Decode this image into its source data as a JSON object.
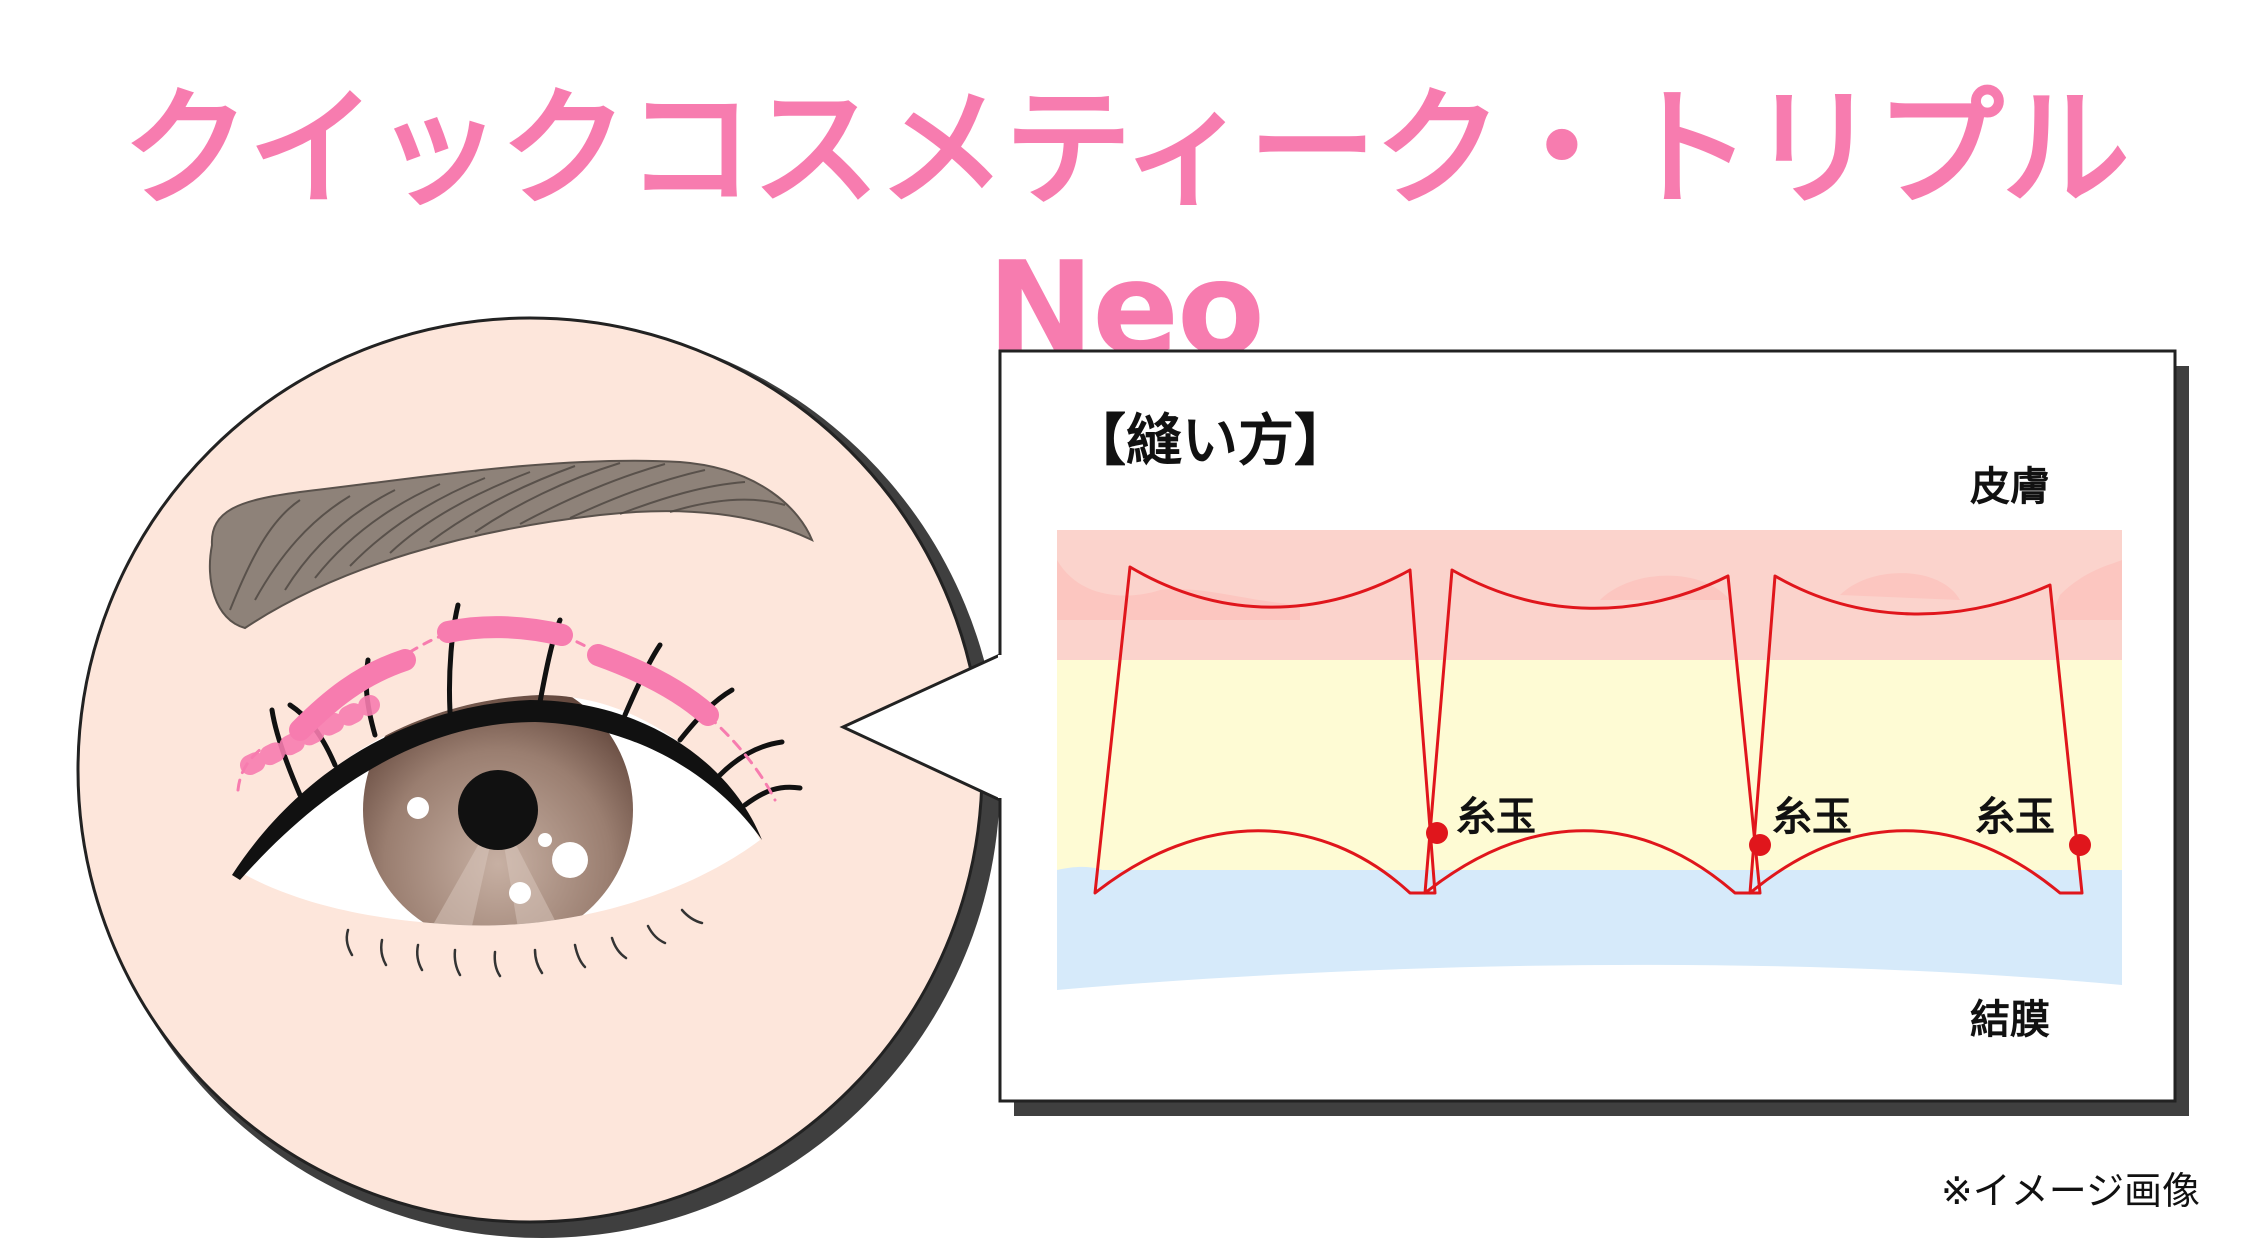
{
  "title": "クイックコスメティーク・トリプルNeo",
  "panel": {
    "heading": "【縫い方】",
    "layer_top": "皮膚",
    "layer_bottom": "結膜",
    "knot_labels": [
      "糸玉",
      "糸玉",
      "糸玉"
    ]
  },
  "note": "※イメージ画像",
  "colors": {
    "title": "#f77caf",
    "thread": "#e0161c",
    "skin_layer": "#fbd3cc",
    "fat_layer": "#fefbd4",
    "conjunctiva_layer": "#d6eafa",
    "face": "#fde6db",
    "brow": "#8e8279",
    "pink_mark": "#f77caf"
  }
}
